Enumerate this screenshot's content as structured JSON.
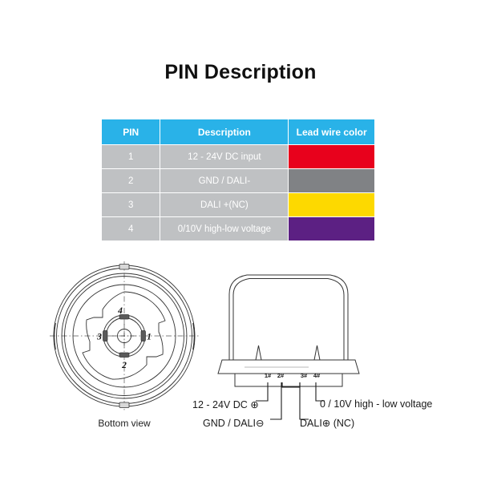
{
  "page": {
    "title": "PIN Description",
    "background_color": "#ffffff"
  },
  "table": {
    "header_color": "#29B2E8",
    "row_color": "#BFC1C3",
    "headers": [
      "PIN",
      "Description",
      "Lead wire color"
    ],
    "rows": [
      {
        "pin": "1",
        "description": "12 - 24V DC input",
        "color_name": "red",
        "color_hex": "#E8011C"
      },
      {
        "pin": "2",
        "description": "GND / DALI-",
        "color_name": "gray",
        "color_hex": "#808285"
      },
      {
        "pin": "3",
        "description": "DALI +(NC)",
        "color_name": "yellow",
        "color_hex": "#FDD900"
      },
      {
        "pin": "4",
        "description": "0/10V high-low voltage",
        "color_name": "purple",
        "color_hex": "#5C2083"
      }
    ]
  },
  "bottom_view": {
    "caption": "Bottom view",
    "pin_labels": [
      "1",
      "2",
      "3",
      "4"
    ],
    "pin_positions": {
      "1": "right",
      "2": "bottom",
      "3": "left",
      "4": "top"
    }
  },
  "side_view": {
    "terminal_labels": [
      "1#",
      "2#",
      "3#",
      "4#"
    ],
    "lead_labels": {
      "pin1": "12 - 24V DC ⊕",
      "pin2": "GND / DALI⊖",
      "pin3": "DALI⊕ (NC)",
      "pin4": "0 / 10V high - low voltage"
    }
  }
}
